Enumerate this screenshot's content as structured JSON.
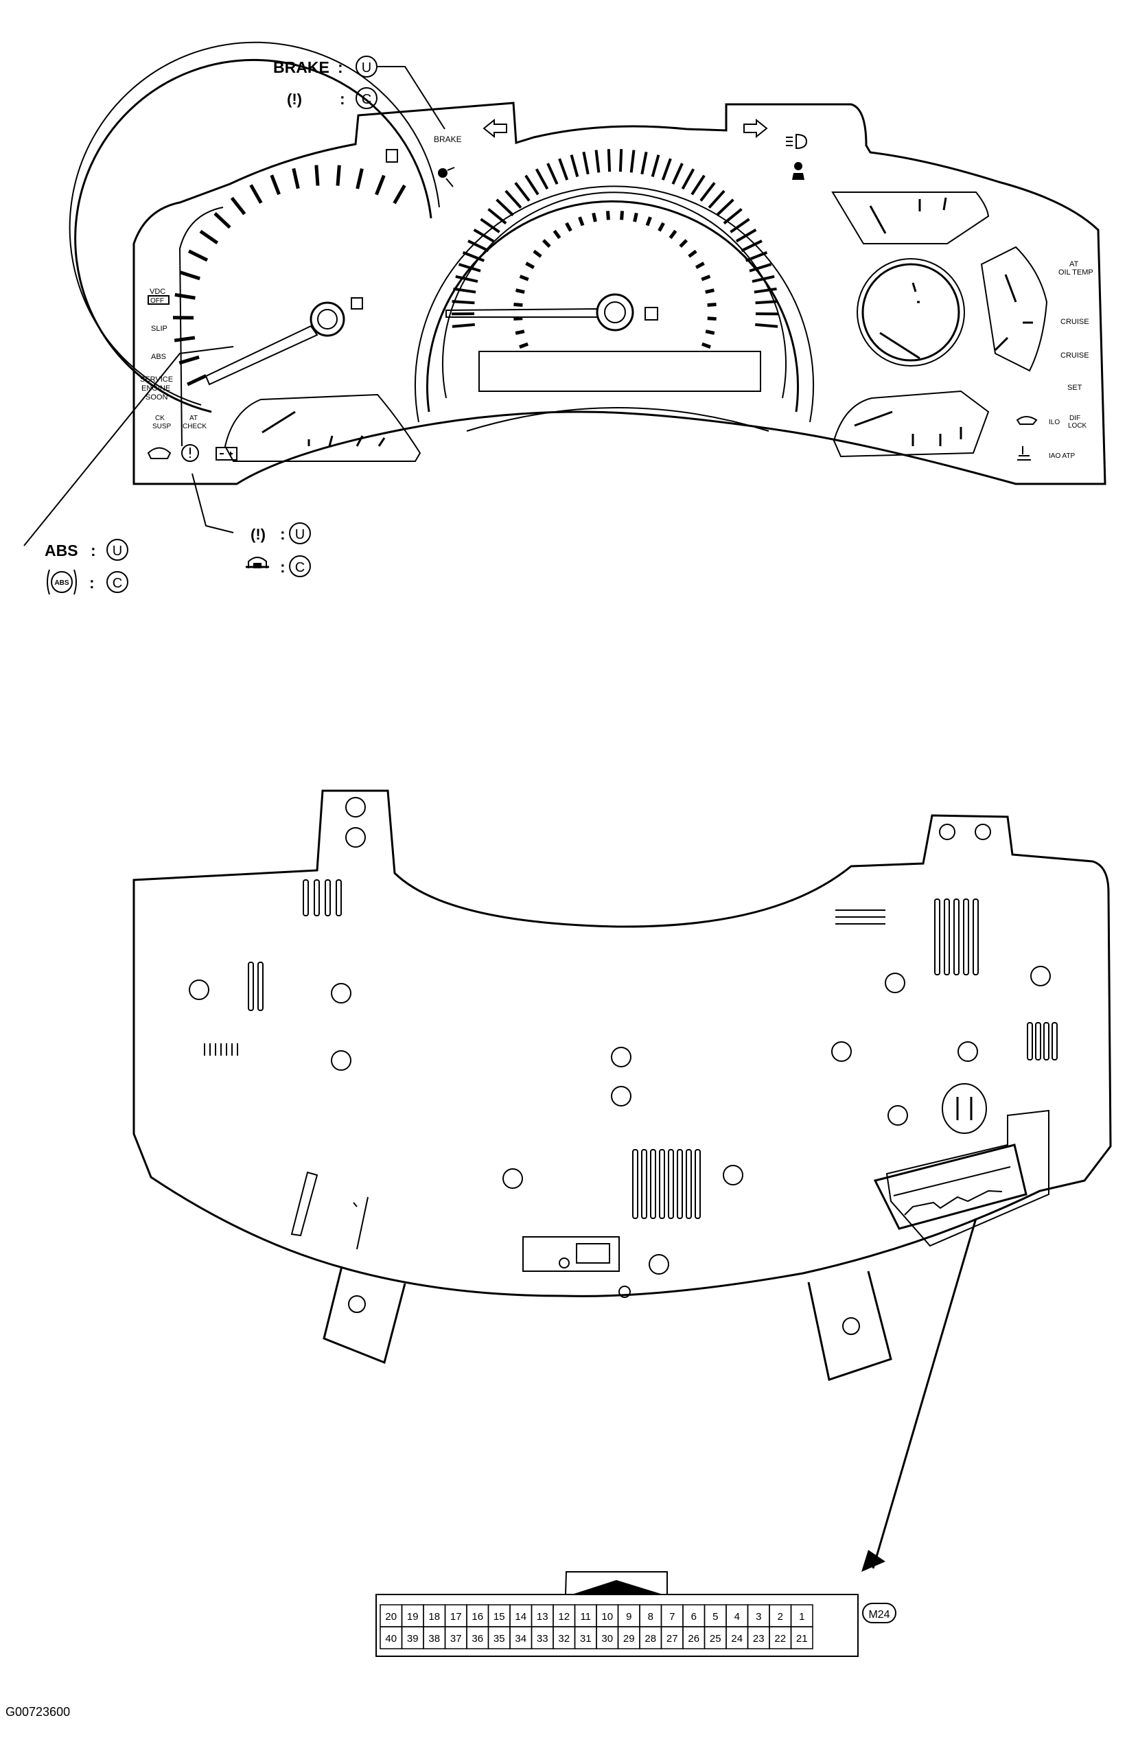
{
  "callouts": {
    "brake_label": "BRAKE",
    "brake_code_u": "U",
    "brake_symbol": "(!)",
    "brake_code_c": "C",
    "abs_label": "ABS",
    "abs_code_u": "U",
    "abs_symbol": "ABS",
    "abs_code_c": "C",
    "tpms_symbol": "(!)",
    "tpms_code_u": "U",
    "tow_code_c": "C"
  },
  "cluster": {
    "brake": "BRAKE",
    "vdc": "VDC",
    "vdc_off": "OFF",
    "slip": "SLIP",
    "abs": "ABS",
    "service_engine_soon": [
      "SERVICE",
      "ENGINE",
      "SOON"
    ],
    "ck_susp": [
      "CK",
      "SUSP"
    ],
    "at_check": [
      "AT",
      "CHECK"
    ],
    "at_oil_temp": [
      "AT",
      "OIL TEMP"
    ],
    "cruise_1": "CRUISE",
    "cruise_2": "CRUISE",
    "set": "SET",
    "dif_lock": [
      "DIF",
      "LOCK"
    ],
    "ilo": "ILO",
    "iao_atp": "IAO  ATP"
  },
  "connector": {
    "id": "M24",
    "top_row": [
      "20",
      "19",
      "18",
      "17",
      "16",
      "15",
      "14",
      "13",
      "12",
      "11",
      "10",
      "9",
      "8",
      "7",
      "6",
      "5",
      "4",
      "3",
      "2",
      "1"
    ],
    "bottom_row": [
      "40",
      "39",
      "38",
      "37",
      "36",
      "35",
      "34",
      "33",
      "32",
      "31",
      "30",
      "29",
      "28",
      "27",
      "26",
      "25",
      "24",
      "23",
      "22",
      "21"
    ]
  },
  "figure_id": "G00723600"
}
